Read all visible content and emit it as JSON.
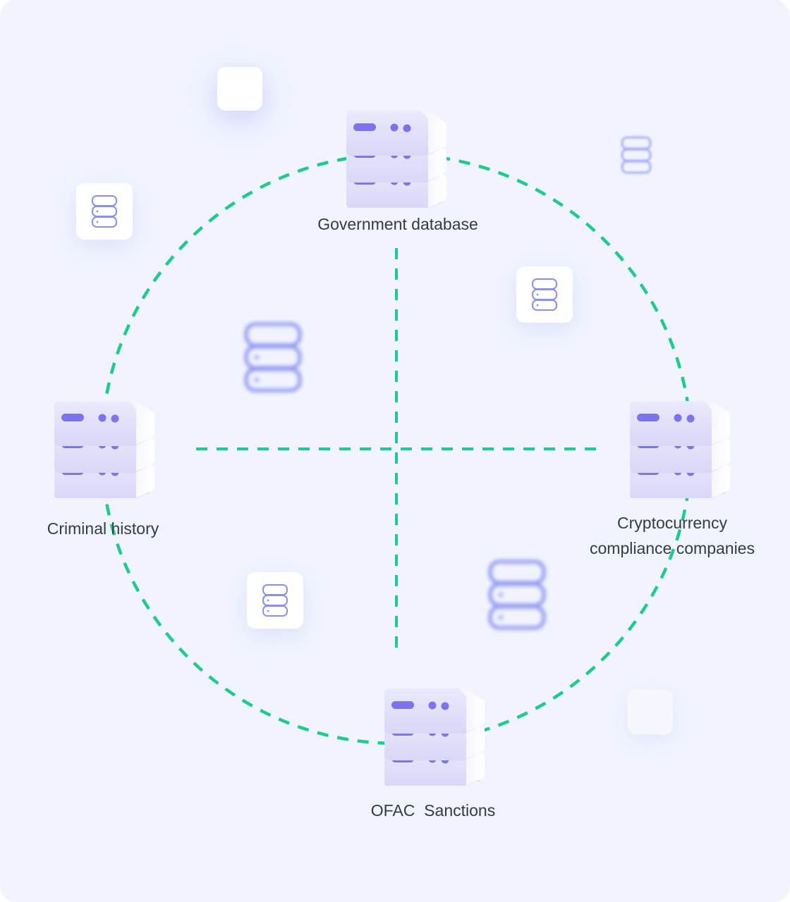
{
  "nodes": {
    "top": {
      "label": "Government database"
    },
    "left": {
      "label": "Criminal history"
    },
    "right": {
      "label_line1": "Cryptocurrency",
      "label_line2": "compliance companies"
    },
    "bottom": {
      "label": "OFAC  Sanctions"
    }
  },
  "colors": {
    "background": "#f1f4fe",
    "dashed_line": "#1ecb8e",
    "server_body": "#e5e2f9",
    "server_accent": "#7b73ef",
    "icon_stroke": "#8a90ee",
    "text": "#333a4a"
  },
  "icons": {
    "server": "server-stack-icon",
    "database": "database-icon"
  }
}
